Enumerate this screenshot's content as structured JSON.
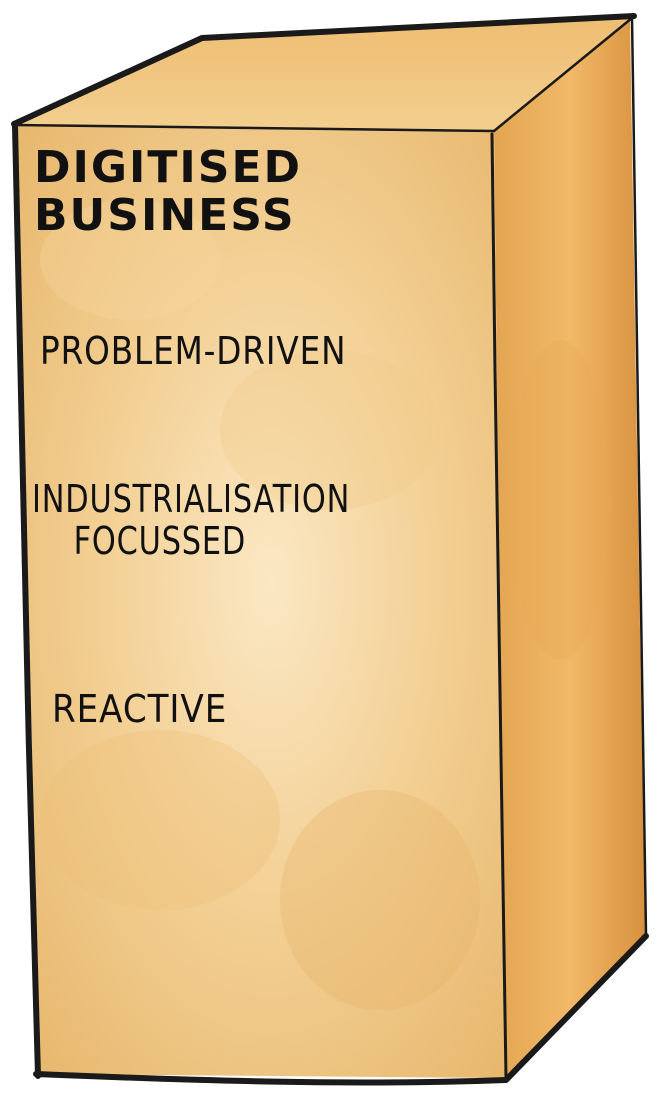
{
  "box": {
    "title_line1": "DIGITISED",
    "title_line2": "BUSINESS",
    "items": [
      {
        "lines": [
          "PROBLEM-DRIVEN"
        ]
      },
      {
        "lines": [
          "INDUSTRIALISATION",
          "FOCUSSED"
        ]
      },
      {
        "lines": [
          "REACTIVE"
        ]
      }
    ],
    "colors": {
      "front_light": "#f8dca6",
      "front_mid": "#eec27a",
      "front_dark": "#e0a65a",
      "side_light": "#f0b565",
      "side_dark": "#d98f3c",
      "top": "#f1c37c",
      "outline": "#1a1a1a"
    }
  }
}
